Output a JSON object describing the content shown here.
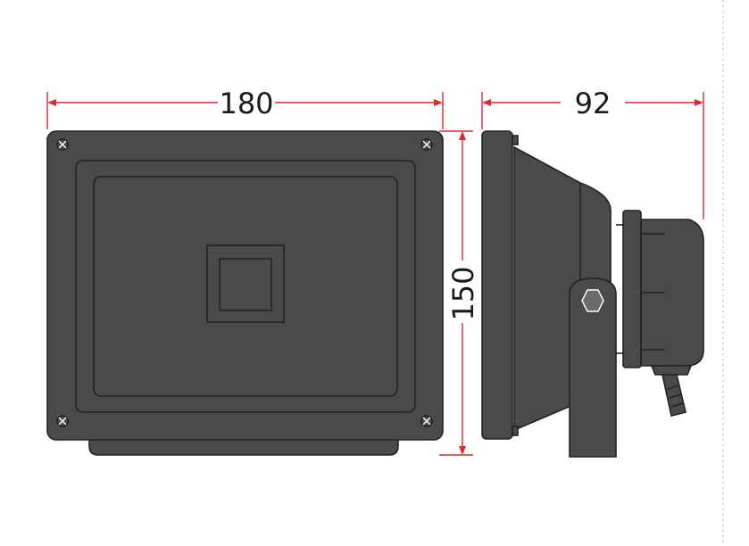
{
  "dimensions": {
    "width_label": "180",
    "depth_label": "92",
    "height_label": "150"
  },
  "colors": {
    "dimension_line": "#e0282a",
    "body": "#4a4a4a",
    "outline": "#222222"
  }
}
